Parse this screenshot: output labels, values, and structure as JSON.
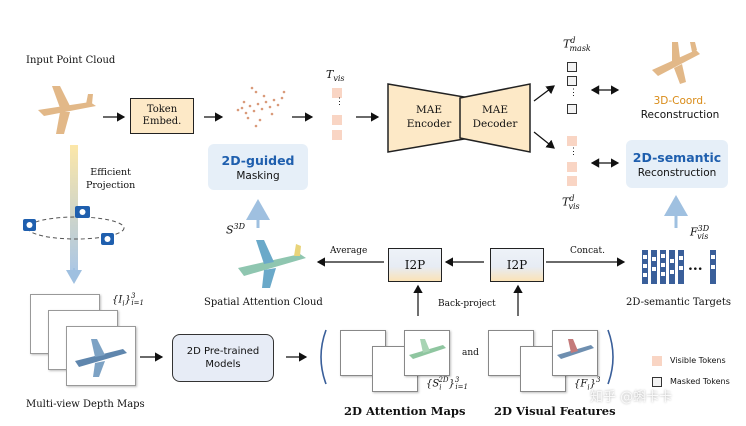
{
  "labels": {
    "input_point_cloud": "Input Point Cloud",
    "token_embed_line1": "Token",
    "token_embed_line2": "Embed.",
    "t_vis": "T",
    "t_vis_sub": "vis",
    "mae_encoder_line1": "MAE",
    "mae_encoder_line2": "Encoder",
    "mae_decoder_line1": "MAE",
    "mae_decoder_line2": "Decoder",
    "t_mask": "T",
    "t_mask_sup": "d",
    "t_mask_sub": "mask",
    "t_vis_d": "T",
    "t_vis_d_sup": "d",
    "t_vis_d_sub": "vis",
    "coord_line1": "3D-Coord.",
    "coord_line2": "Reconstruction",
    "semantic_line1": "2D-semantic",
    "semantic_line2": "Reconstruction",
    "efficient_projection_line1": "Efficient",
    "efficient_projection_line2": "Projection",
    "guided_line1": "2D-guided",
    "guided_line2": "Masking",
    "s3d": "S",
    "s3d_sup": "3D",
    "average": "Average",
    "i2p_left": "I2P",
    "i2p_right": "I2P",
    "concat": "Concat.",
    "f_vis": "F",
    "f_vis_sup": "3D",
    "f_vis_sub": "vis",
    "spatial_attention_cloud": "Spatial Attention Cloud",
    "semantic_targets": "2D-semantic Targets",
    "back_project": "Back-project",
    "depth_set": "{I",
    "depth_set_sub": "i",
    "depth_set_tail": "}",
    "depth_set_sup": "3",
    "depth_set_sub2": "i=1",
    "pretrained_line1": "2D Pre-trained",
    "pretrained_line2": "Models",
    "and": "and",
    "s2d_set": "{S",
    "s2d_sub": "i",
    "s2d_sup": "2D",
    "s2d_tail": "}",
    "s2d_sup2": "3",
    "s2d_sub2": "i=1",
    "f_set": "{F",
    "f_set_sub": "i",
    "f_set_tail": "}",
    "f_set_sup": "3",
    "multi_view_depth_maps": "Multi-view Depth Maps",
    "attention_maps": "2D Attention Maps",
    "visual_features": "2D Visual Features",
    "legend_visible": "Visible Tokens",
    "legend_masked": "Masked Tokens",
    "watermark": "知乎 @蝌卡卡"
  },
  "colors": {
    "orange_title": "#d98b17",
    "blue_title": "#1f5fae",
    "visible_token": "#f9d5c4",
    "bar_blue": "#3a5f9a",
    "light_blue_card": "#e6eff8"
  },
  "icons": [
    "airplane-point-cloud-icon",
    "camera-icon",
    "arrow-icon",
    "bidirectional-arrow-icon"
  ]
}
